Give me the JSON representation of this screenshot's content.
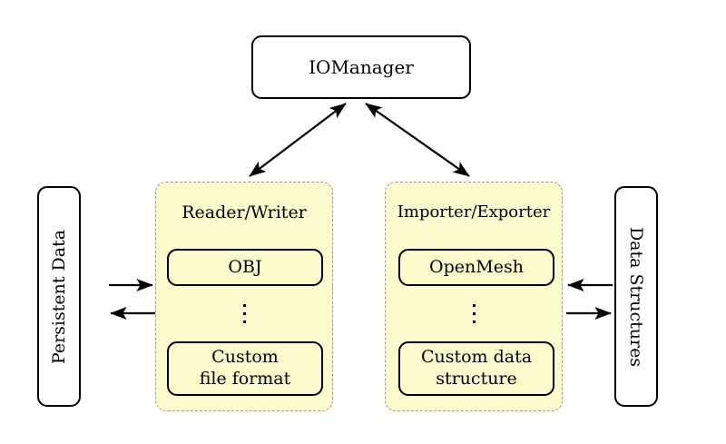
{
  "diagram": {
    "title_node": {
      "label": "IOManager"
    },
    "groups": [
      {
        "id": "reader-writer",
        "title": "Reader/Writer",
        "items": [
          {
            "label": "OBJ"
          },
          {
            "label": "Custom\nfile format",
            "line1": "Custom",
            "line2": "file format"
          }
        ],
        "ellipsis": "⋮"
      },
      {
        "id": "importer-exporter",
        "title": "Importer/Exporter",
        "items": [
          {
            "label": "OpenMesh"
          },
          {
            "label": "Custom data\nstructure",
            "line1": "Custom data",
            "line2": "structure"
          }
        ],
        "ellipsis": "⋮"
      }
    ],
    "side_nodes": {
      "left": {
        "label": "Persistent Data",
        "orientation": "rotated-ccw"
      },
      "right": {
        "label": "Data Structures",
        "orientation": "rotated-cw"
      }
    },
    "connections": [
      {
        "id": "manager-to-reader-writer",
        "from": "IOManager",
        "to": "Reader/Writer",
        "style": "double-headed-diagonal"
      },
      {
        "id": "manager-to-importer-exporter",
        "from": "IOManager",
        "to": "Importer/Exporter",
        "style": "double-headed-diagonal"
      },
      {
        "id": "persistent-data-to-reader-writer",
        "from": "Persistent Data",
        "to": "Reader/Writer",
        "style": "single-arrow-right"
      },
      {
        "id": "reader-writer-to-persistent-data",
        "from": "Reader/Writer",
        "to": "Persistent Data",
        "style": "single-arrow-left"
      },
      {
        "id": "data-structures-to-importer-exporter",
        "from": "Data Structures",
        "to": "Importer/Exporter",
        "style": "single-arrow-left"
      },
      {
        "id": "importer-exporter-to-data-structures",
        "from": "Importer/Exporter",
        "to": "Data Structures",
        "style": "single-arrow-right"
      }
    ],
    "colors": {
      "group_fill": "#fcfbce",
      "group_border": "#9a9a94",
      "node_border": "#000000",
      "node_fill": "#ffffff",
      "arrow": "#000000",
      "background": "#ffffff"
    }
  }
}
